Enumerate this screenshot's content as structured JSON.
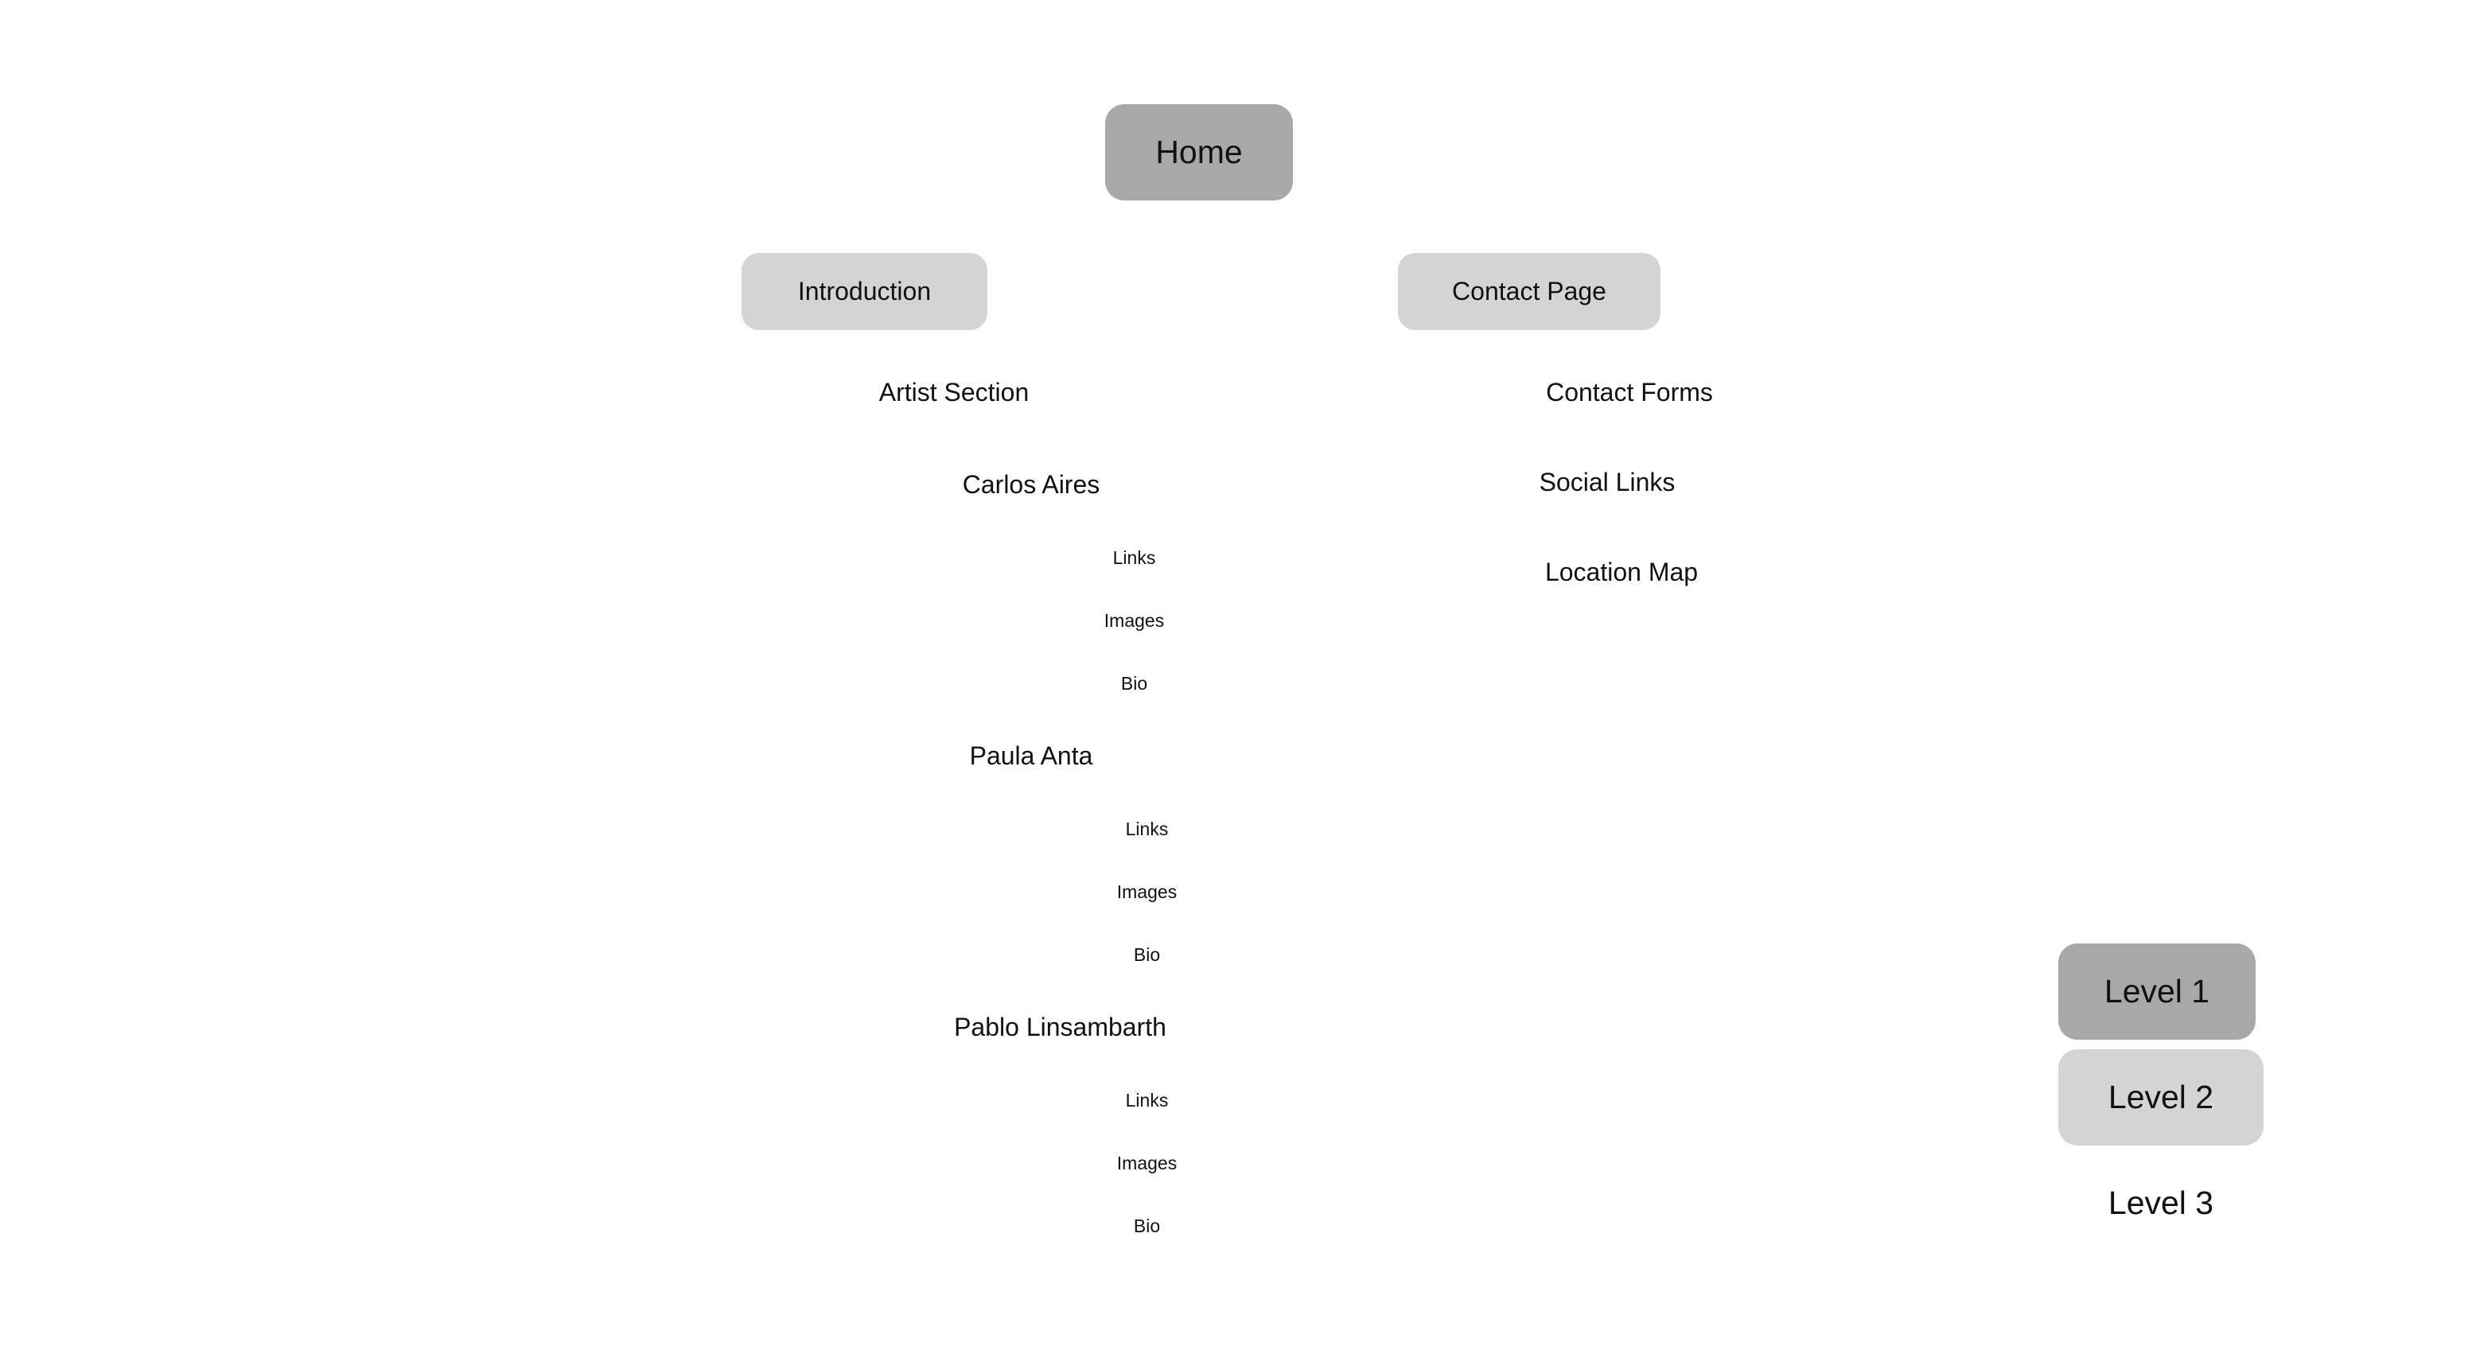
{
  "colors": {
    "level1": "#a8a8a8",
    "level2": "#d4d4d4",
    "level3": "#ffffff",
    "text": "#111111"
  },
  "tree": {
    "home": "Home",
    "introduction": "Introduction",
    "contact_page": "Contact Page",
    "artist_section": "Artist Section",
    "artists": [
      {
        "name": "Carlos Aires",
        "children": [
          "Links",
          "Images",
          "Bio"
        ]
      },
      {
        "name": "Paula Anta",
        "children": [
          "Links",
          "Images",
          "Bio"
        ]
      },
      {
        "name": "Pablo Linsambarth",
        "children": [
          "Links",
          "Images",
          "Bio"
        ]
      }
    ],
    "contact_children": [
      "Contact Forms",
      "Social Links",
      "Location Map"
    ]
  },
  "legend": {
    "level1": "Level 1",
    "level2": "Level 2",
    "level3": "Level 3"
  }
}
